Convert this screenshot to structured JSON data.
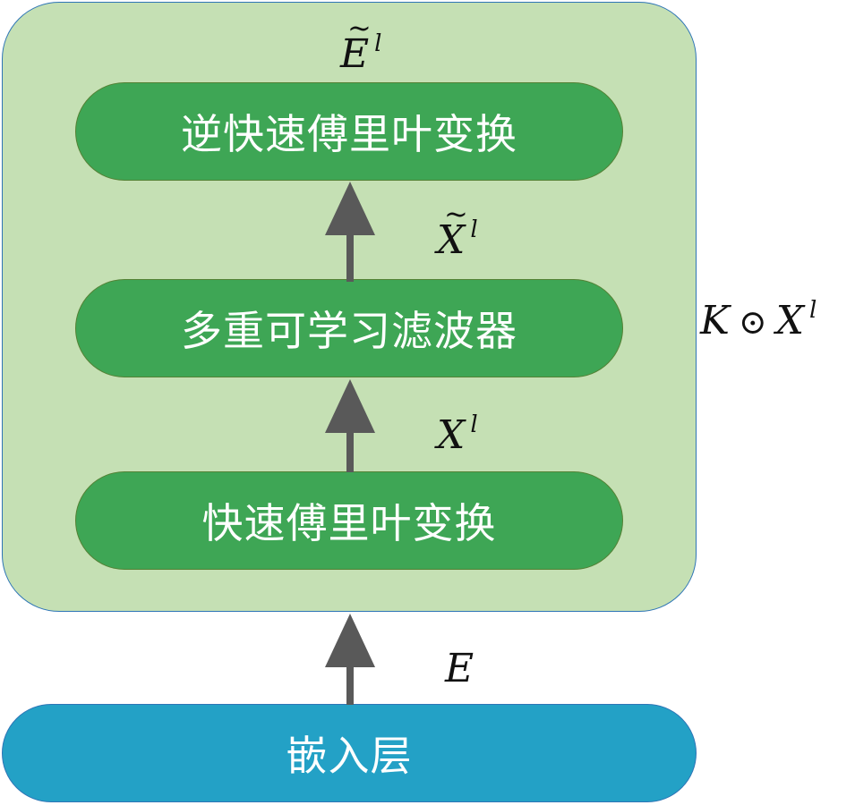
{
  "blocks": {
    "ifft": "逆快速傅里叶变换",
    "filter": "多重可学习滤波器",
    "fft": "快速傅里叶变换",
    "embedding": "嵌入层"
  },
  "labels": {
    "e_tilde_base": "E",
    "e_tilde_sup": "l",
    "x_tilde_base": "X",
    "x_tilde_sup": "l",
    "x_base": "X",
    "x_sup": "l",
    "e": "E",
    "k": "K",
    "odot": "⊙",
    "kx_base": "X",
    "kx_sup": "l"
  },
  "colors": {
    "container_fill": "#c5e0b4",
    "container_border": "#2e75b6",
    "block_fill": "#3ea655",
    "embedding_fill": "#23a1c6",
    "arrow": "#595959"
  }
}
